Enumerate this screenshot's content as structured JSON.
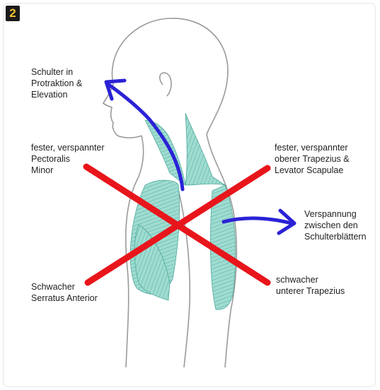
{
  "badge": "2",
  "labels": {
    "protraktion": "Schulter in\nProtraktion &\nElevation",
    "pectoralis": "fester, verspannter\nPectoralis\nMinor",
    "trapezius_upper": "fester, verspannter\noberer Trapezius &\nLevator Scapulae",
    "verspannung": "Verspannung\nzwischen den\nSchulterblättern",
    "serratus": "Schwacher\nSerratus Anterior",
    "trapezius_lower": "schwacher\nunterer Trapezius"
  },
  "colors": {
    "muscle": "#8fd3c7",
    "muscle_stroke": "#4fa89a",
    "cross": "#e8151b",
    "arrow": "#2b22d6",
    "outline": "#9a9a9a"
  }
}
